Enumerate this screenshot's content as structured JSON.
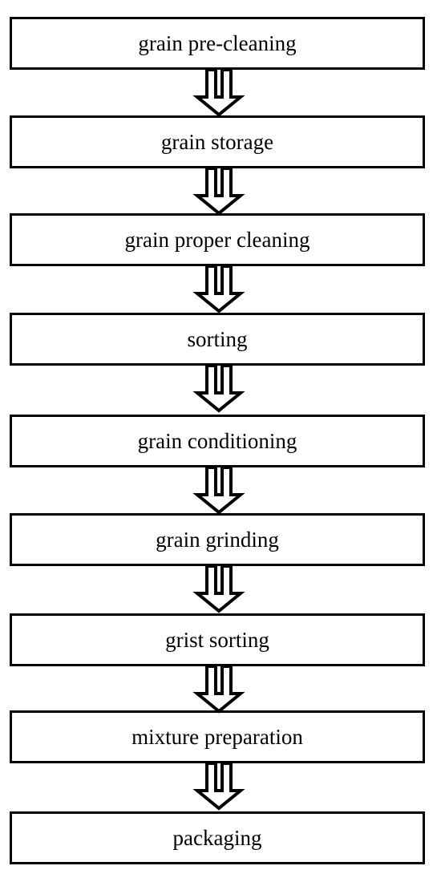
{
  "diagram": {
    "steps": [
      {
        "label": "grain pre-cleaning"
      },
      {
        "label": "grain storage"
      },
      {
        "label": "grain proper cleaning"
      },
      {
        "label": "sorting"
      },
      {
        "label": "grain conditioning"
      },
      {
        "label": "grain grinding"
      },
      {
        "label": "grist sorting"
      },
      {
        "label": "mixture preparation"
      },
      {
        "label": "packaging"
      }
    ],
    "arrow_icon": "double-down-arrow-icon",
    "colors": {
      "line": "#000000",
      "fill": "#ffffff",
      "text": "#000000"
    }
  }
}
